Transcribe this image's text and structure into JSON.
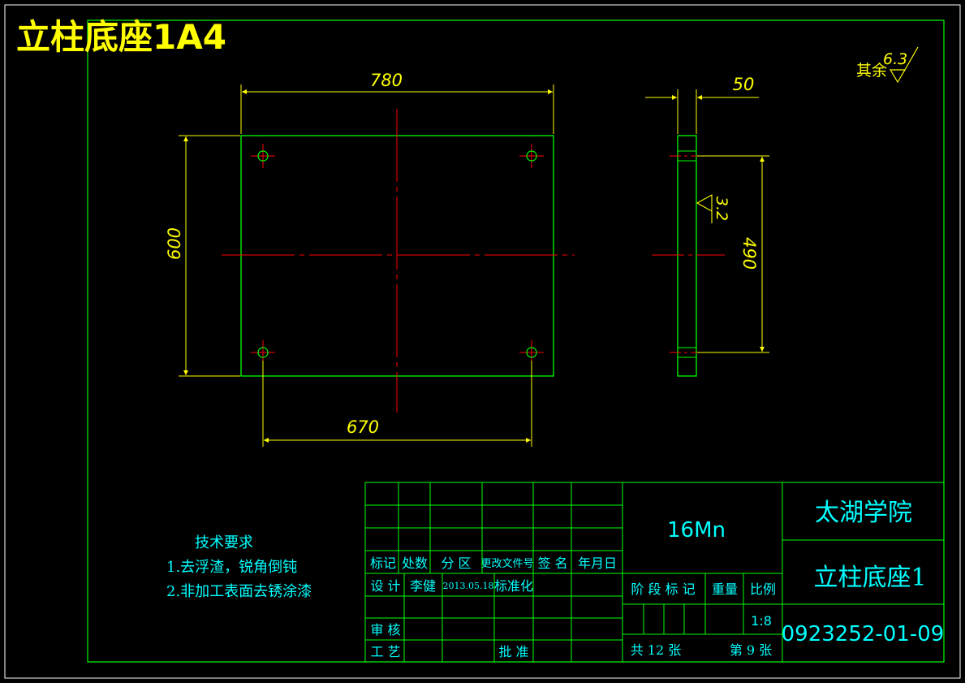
{
  "drawing_title": "立柱底座1A4",
  "surface_finish": {
    "other_label": "其余",
    "other_value": "6.3",
    "machined_value": "3.2"
  },
  "dimensions": {
    "top_width": "780",
    "left_height": "600",
    "bottom_hole_spacing": "670",
    "side_thickness": "50",
    "side_hole_spacing": "490"
  },
  "tech_requirements": {
    "heading": "技术要求",
    "items": [
      "1.去浮渣，锐角倒钝",
      "2.非加工表面去锈涂漆"
    ]
  },
  "title_block": {
    "header_labels": [
      "标记",
      "处数",
      "分 区",
      "更改文件号",
      "签 名",
      "年月日"
    ],
    "design_label": "设 计",
    "designer": "李健",
    "design_date": "2013.05.18",
    "standardization_label": "标准化",
    "check_label": "审 核",
    "process_label": "工 艺",
    "approve_label": "批 准",
    "material": "16Mn",
    "stage_label": "阶 段 标 记",
    "weight_label": "重量",
    "scale_label": "比例",
    "scale": "1:8",
    "total_sheets": "共 12 张",
    "sheet_number": "第 9 张",
    "institution": "太湖学院",
    "part_name": "立柱底座1",
    "drawing_number": "0923252-01-09"
  },
  "colors": {
    "background": "#000000",
    "outline": "#00ff00",
    "dimension": "#ffff00",
    "centerline": "#ff0000",
    "text": "#00ffff",
    "title": "#ffff00"
  }
}
